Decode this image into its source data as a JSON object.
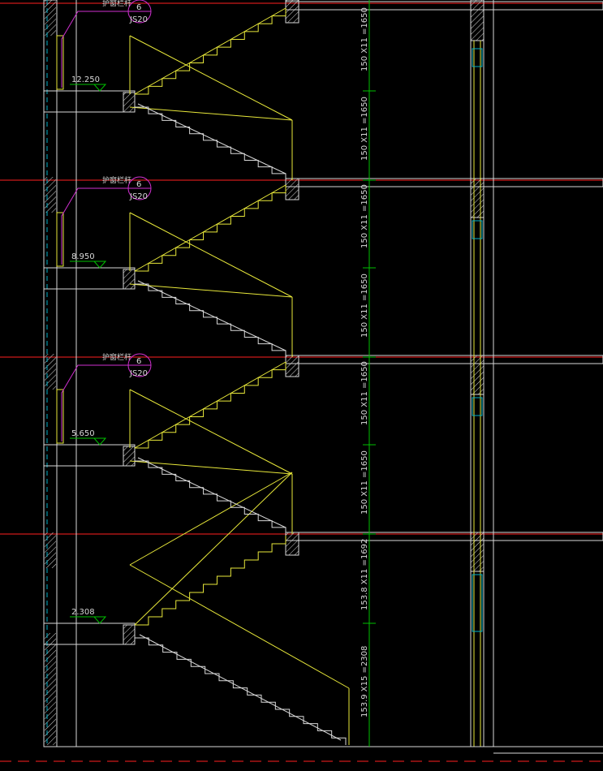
{
  "drawing": {
    "background": "#000000",
    "colors": {
      "yellow": "#e8e83a",
      "white": "#d8d8d8",
      "red": "#ff2020",
      "green": "#00c000",
      "magenta": "#d030d0",
      "cyan": "#00b0c8"
    }
  },
  "level_marks": [
    {
      "value": "12.250"
    },
    {
      "value": "8.950"
    },
    {
      "value": "5.650"
    },
    {
      "value": "2.308"
    }
  ],
  "callouts": [
    {
      "label": "护窗栏杆",
      "ref_num": "6",
      "ref_code": "JS20"
    },
    {
      "label": "护窗栏杆",
      "ref_num": "6",
      "ref_code": "JS20"
    },
    {
      "label": "护窗栏杆",
      "ref_num": "6",
      "ref_code": "JS20"
    }
  ],
  "dimensions": [
    {
      "text": "150 X11 =1650"
    },
    {
      "text": "150 X11 =1650"
    },
    {
      "text": "150 X11 =1650"
    },
    {
      "text": "150 X11 =1650"
    },
    {
      "text": "150 X11 =1650"
    },
    {
      "text": "150 X11 =1650"
    },
    {
      "text": "153.8 X11 =1692"
    },
    {
      "text": "153.9 X15 =2308"
    }
  ]
}
